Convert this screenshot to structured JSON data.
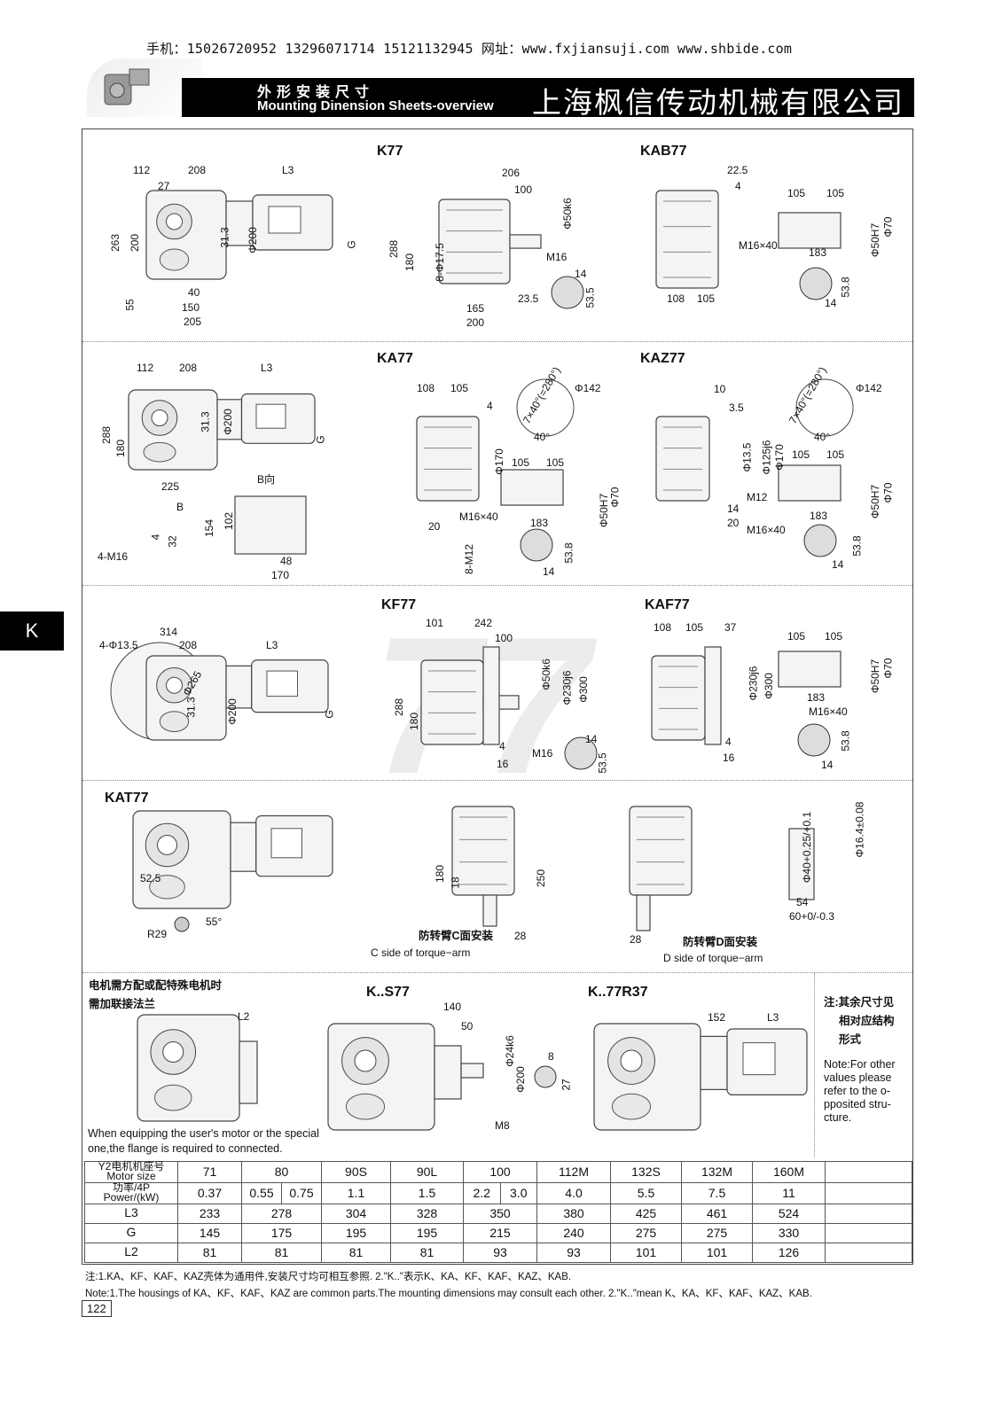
{
  "header": {
    "contact": "手机：15026720952  13296071714  15121132945 网址：www.fxjiansuji.com  www.shbide.com",
    "title_cn": "外形安装尺寸",
    "title_en": "Mounting Dinension Sheets-overview",
    "company": "上海枫信传动机械有限公司"
  },
  "side_tab": "K",
  "watermark": "77",
  "sections": {
    "k77": {
      "titles": [
        "K77",
        "KAB77"
      ],
      "dims": [
        "112",
        "208",
        "L3",
        "27",
        "263",
        "200",
        "31.3",
        "Φ200",
        "G",
        "55",
        "40",
        "150",
        "205",
        "206",
        "100",
        "Φ50k6",
        "288",
        "180",
        "8-Φ17.5",
        "M16",
        "14",
        "53.5",
        "23.5",
        "165",
        "200",
        "22.5",
        "4",
        "105",
        "105",
        "M16×40",
        "183",
        "Φ50H7",
        "Φ70",
        "53.8",
        "14",
        "108",
        "105"
      ]
    },
    "ka77": {
      "titles": [
        "KA77",
        "KAZ77"
      ],
      "dims": [
        "112",
        "208",
        "L3",
        "288",
        "180",
        "31.3",
        "Φ200",
        "G",
        "225",
        "B向",
        "B",
        "154",
        "102",
        "4",
        "32",
        "4-M16",
        "48",
        "170",
        "108",
        "105",
        "7×40°(=280°)",
        "Φ142",
        "4",
        "40°",
        "Φ170",
        "105",
        "105",
        "M16×40",
        "183",
        "Φ50H7",
        "Φ70",
        "20",
        "8-M12",
        "53.8",
        "14",
        "10",
        "3.5",
        "7×40°(=280°)",
        "Φ142",
        "40°",
        "Φ13.5",
        "Φ125j6",
        "Φ170",
        "105",
        "105",
        "M12",
        "14",
        "20",
        "M16×40",
        "183",
        "Φ50H7",
        "Φ70",
        "53.8",
        "14"
      ]
    },
    "kf77": {
      "titles": [
        "KF77",
        "KAF77"
      ],
      "dims": [
        "314",
        "4-Φ13.5",
        "208",
        "L3",
        "Φ265",
        "31.3",
        "Φ200",
        "G",
        "101",
        "242",
        "100",
        "Φ50k6",
        "Φ230j6",
        "Φ300",
        "288",
        "180",
        "4",
        "M16",
        "16",
        "14",
        "53.5",
        "108",
        "105",
        "37",
        "Φ230j6",
        "Φ300",
        "105",
        "105",
        "Φ50H7",
        "Φ70",
        "183",
        "M16×40",
        "4",
        "16",
        "53.8",
        "14"
      ]
    },
    "kat77": {
      "titles": [
        "KAT77"
      ],
      "dims": [
        "52.5",
        "55°",
        "R29",
        "180",
        "18",
        "250",
        "28",
        "28",
        "Φ40+0.25/+0.1",
        "Φ16.4±0.08",
        "54",
        "60+0/-0.3"
      ],
      "c_side_cn": "防转臂C面安装",
      "c_side_en": "C side of torque−arm",
      "d_side_cn": "防转臂D面安装",
      "d_side_en": "D side of torque−arm"
    },
    "flange": {
      "titles": [
        "K..S77",
        "K..77R37"
      ],
      "dims": [
        "L2",
        "140",
        "50",
        "Φ24k6",
        "Φ200",
        "8",
        "27",
        "M8",
        "152",
        "L3"
      ],
      "cn_line1": "电机需方配或配特殊电机时",
      "cn_line2": "需加联接法兰",
      "en_line1": "When equipping the user's motor or the special",
      "en_line2": "one,the flange is required to connected.",
      "note_cn1": "注:其余尺寸见",
      "note_cn2": "相对应结构",
      "note_cn3": "形式",
      "note_en": [
        "Note:For other",
        "values please",
        "refer to the o-",
        "pposited stru-",
        "cture."
      ]
    }
  },
  "table": {
    "h1": [
      "Y2电机机座号",
      "Motor size"
    ],
    "h2": [
      "功率/4P",
      "Power/(kW)"
    ],
    "motor_size": [
      "71",
      "80",
      "90S",
      "90L",
      "100",
      "112M",
      "132S",
      "132M",
      "160M"
    ],
    "power": [
      "0.37",
      "0.55",
      "0.75",
      "1.1",
      "1.5",
      "2.2",
      "3.0",
      "4.0",
      "5.5",
      "7.5",
      "11"
    ],
    "rows": [
      {
        "label": "L3",
        "values": [
          "233",
          "278",
          "304",
          "328",
          "350",
          "380",
          "425",
          "461",
          "524"
        ]
      },
      {
        "label": "G",
        "values": [
          "145",
          "175",
          "195",
          "195",
          "215",
          "240",
          "275",
          "275",
          "330"
        ]
      },
      {
        "label": "L2",
        "values": [
          "81",
          "81",
          "81",
          "81",
          "93",
          "93",
          "101",
          "101",
          "126"
        ]
      }
    ]
  },
  "notes": {
    "cn": "注:1.KA、KF、KAF、KAZ壳体为通用件,安装尺寸均可相互参照.   2.\"K..\"表示K、KA、KF、KAF、KAZ、KAB.",
    "en": "Note:1.The housings of KA、KF、KAF、KAZ are common parts.The mounting dimensions may consult each other. 2.\"K..\"mean K、KA、KF、KAF、KAZ、KAB."
  },
  "page_number": "122"
}
